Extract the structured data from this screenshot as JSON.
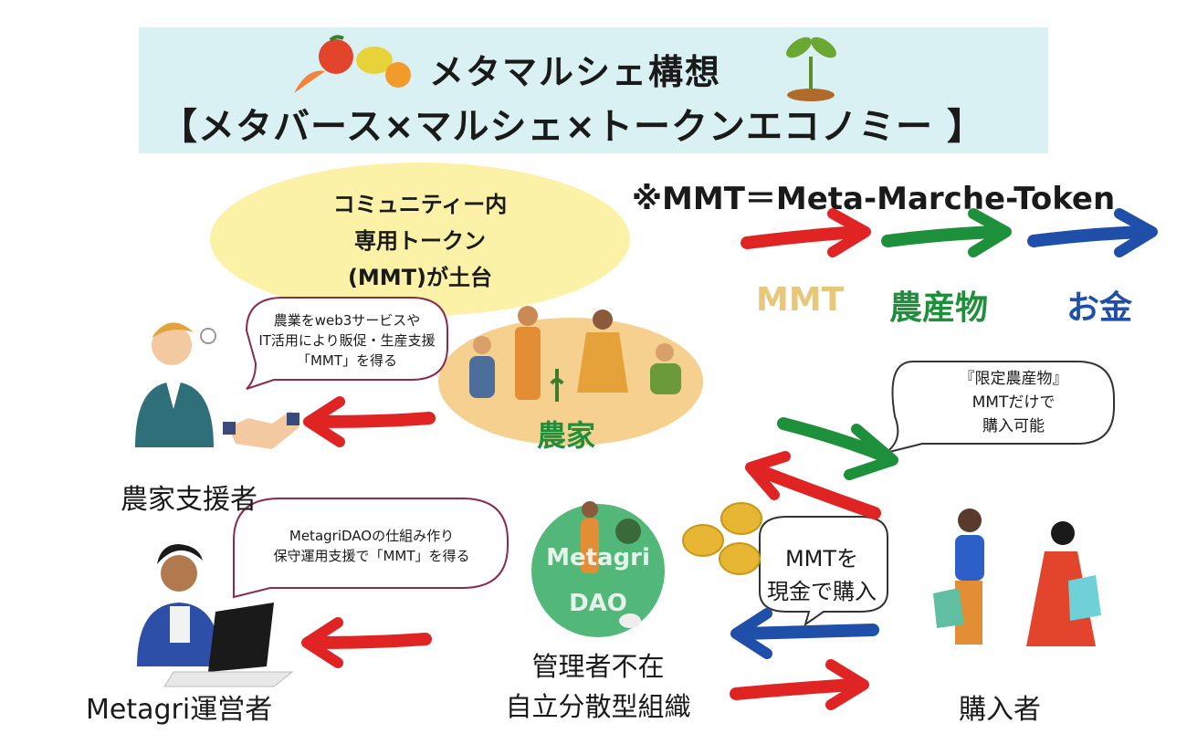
{
  "title": "メタマルシェ構想",
  "subtitle": "【メタバース×マルシェ×トークンエコノミー 】",
  "note": "※MMT＝Meta-Marche-Token",
  "legend": {
    "mmt": {
      "label": "MMT",
      "color": "#e8c77a"
    },
    "produce": {
      "label": "農産物",
      "color": "#1e8f3a"
    },
    "money": {
      "label": "お金",
      "color": "#1f4fa8"
    }
  },
  "community": [
    "コミュニティー内",
    "専用トークン",
    "(MMT)が土台"
  ],
  "farmer_label": "農家",
  "supporter_label": "農家支援者",
  "supporter_bubble": [
    "農業をweb3サービスや",
    "IT活用により販促・生産支援",
    "「MMT」を得る"
  ],
  "operator_label": "Metagri運営者",
  "operator_bubble": [
    "MetagriDAOの仕組み作り",
    "保守運用支援で「MMT」を得る"
  ],
  "dao_logo": [
    "Metagri",
    "DAO"
  ],
  "dao_label": [
    "管理者不在",
    "自立分散型組織"
  ],
  "limited_bubble": [
    "『限定農産物』",
    "MMTだけで",
    "購入可能"
  ],
  "buy_bubble": [
    "MMTを",
    "現金で購入"
  ],
  "buyer_label": "購入者",
  "colors": {
    "red": "#e02424",
    "green": "#1e8f3a",
    "blue": "#1f4fa8",
    "banner": "#d9f1f3",
    "ellipse": "#fbf2a8"
  }
}
